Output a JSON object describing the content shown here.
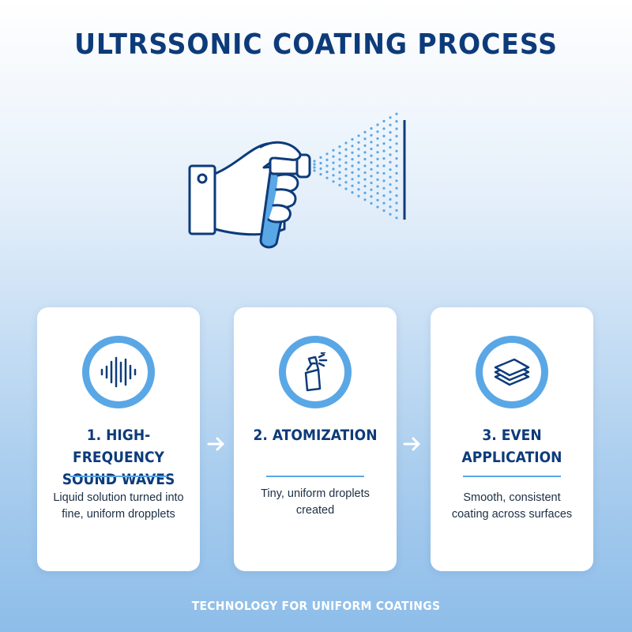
{
  "title": "ULTRSSONIC COATING PROCESS",
  "hero": {
    "icon": "hand-spray-bottle-icon"
  },
  "steps": [
    {
      "title": "1. HIGH-FREQUENCY\nSOUND WAVES",
      "description": "Liquid solution turned into\nfine, uniform dropplets",
      "icon": "sound-wave-icon"
    },
    {
      "title": "2. ATOMIZATION",
      "description": "Tiny, uniform droplets\ncreated",
      "icon": "spray-bottle-icon"
    },
    {
      "title": "3. EVEN\nAPPLICATION",
      "description": "Smooth, consistent\ncoating across surfaces",
      "icon": "layers-icon"
    }
  ],
  "footer": "TECHNOLOGY FOR UNIFORM COATINGS",
  "colors": {
    "primary": "#0d3b7a",
    "accent": "#5aa7e6",
    "text": "#1c2e44"
  }
}
